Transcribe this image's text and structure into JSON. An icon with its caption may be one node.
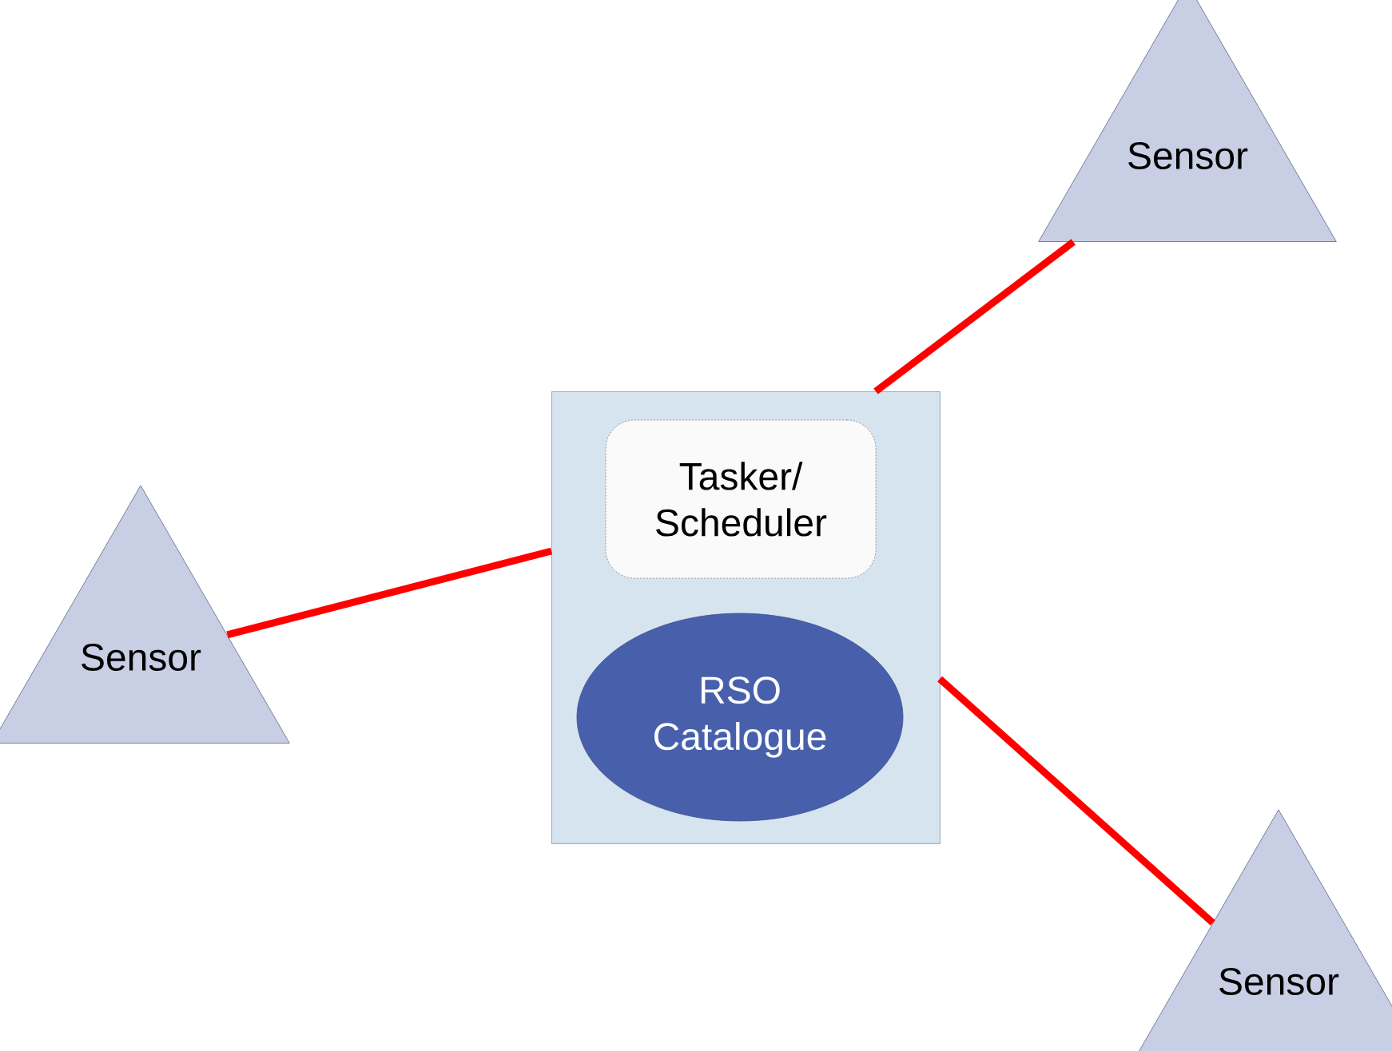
{
  "diagram": {
    "nodes": [
      {
        "text": [
          "Sensor"
        ]
      },
      {
        "text": [],
        "shape": "box"
      },
      {
        "text": [
          "Tasker/ Scheduler"
        ],
        "in": 1
      },
      {
        "text": [
          "RSO Catalogue"
        ],
        "in": 1
      },
      {
        "text": [
          "Sensor"
        ]
      },
      {
        "text": [
          "Sensor"
        ]
      }
    ],
    "edges": [
      {
        "from": 1,
        "to": 0,
        "arrow": "none"
      },
      {
        "from": 1,
        "to": 4,
        "arrow": "none"
      },
      {
        "from": 1,
        "to": 5,
        "arrow": "none"
      }
    ]
  }
}
